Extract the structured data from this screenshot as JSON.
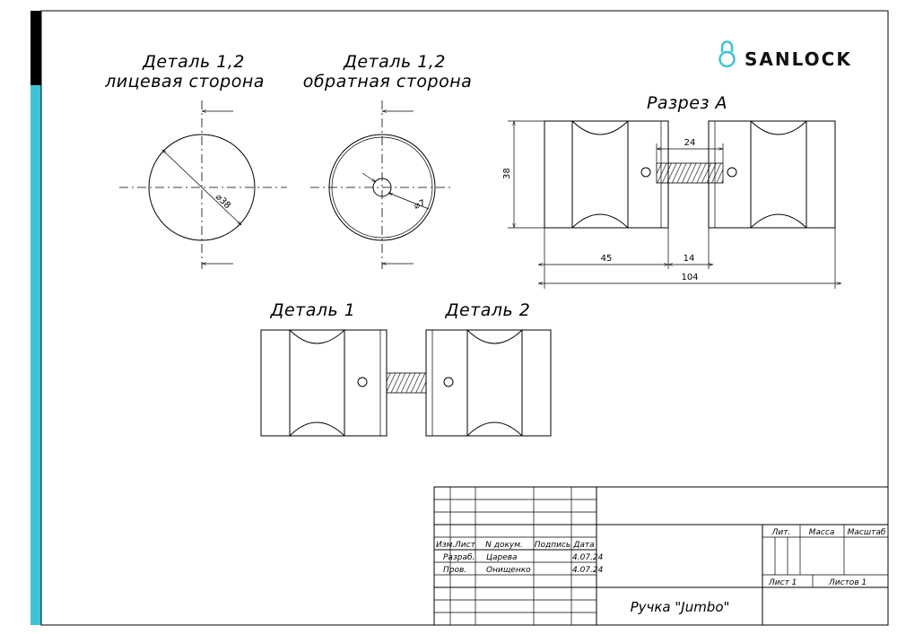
{
  "brand": {
    "name": "SANLOCK",
    "accent": "#3ec3d8"
  },
  "stripe": {
    "top_color": "#000000",
    "bottom_color": "#3ec3d8"
  },
  "views": {
    "front": {
      "line1": "Деталь 1,2",
      "line2": "лицевая сторона",
      "dim": "⌀38"
    },
    "back": {
      "line1": "Деталь 1,2",
      "line2": "обратная сторона",
      "dim": "⌀7"
    },
    "section": {
      "title": "Разрез А",
      "dim_height": "38",
      "dim_thread": "24",
      "dim_45": "45",
      "dim_14": "14",
      "dim_104": "104"
    },
    "part1": {
      "title": "Деталь 1"
    },
    "part2": {
      "title": "Деталь 2"
    }
  },
  "title_block": {
    "hdr_izm": "Изм.",
    "hdr_list": "Лист",
    "hdr_ndoc": "N докум.",
    "hdr_podpis": "Подпись",
    "hdr_data": "Дата",
    "razrab_label": "Разраб.",
    "razrab_name": "Царева",
    "razrab_date": "4.07.24",
    "prov_label": "Пров.",
    "prov_name": "Онищенко",
    "prov_date": "4.07.24",
    "product": "Ручка \"Jumbo\"",
    "lit": "Лит.",
    "massa": "Масса",
    "masshtab": "Масштаб",
    "sheet": "Лист 1",
    "sheets": "Листов 1"
  }
}
